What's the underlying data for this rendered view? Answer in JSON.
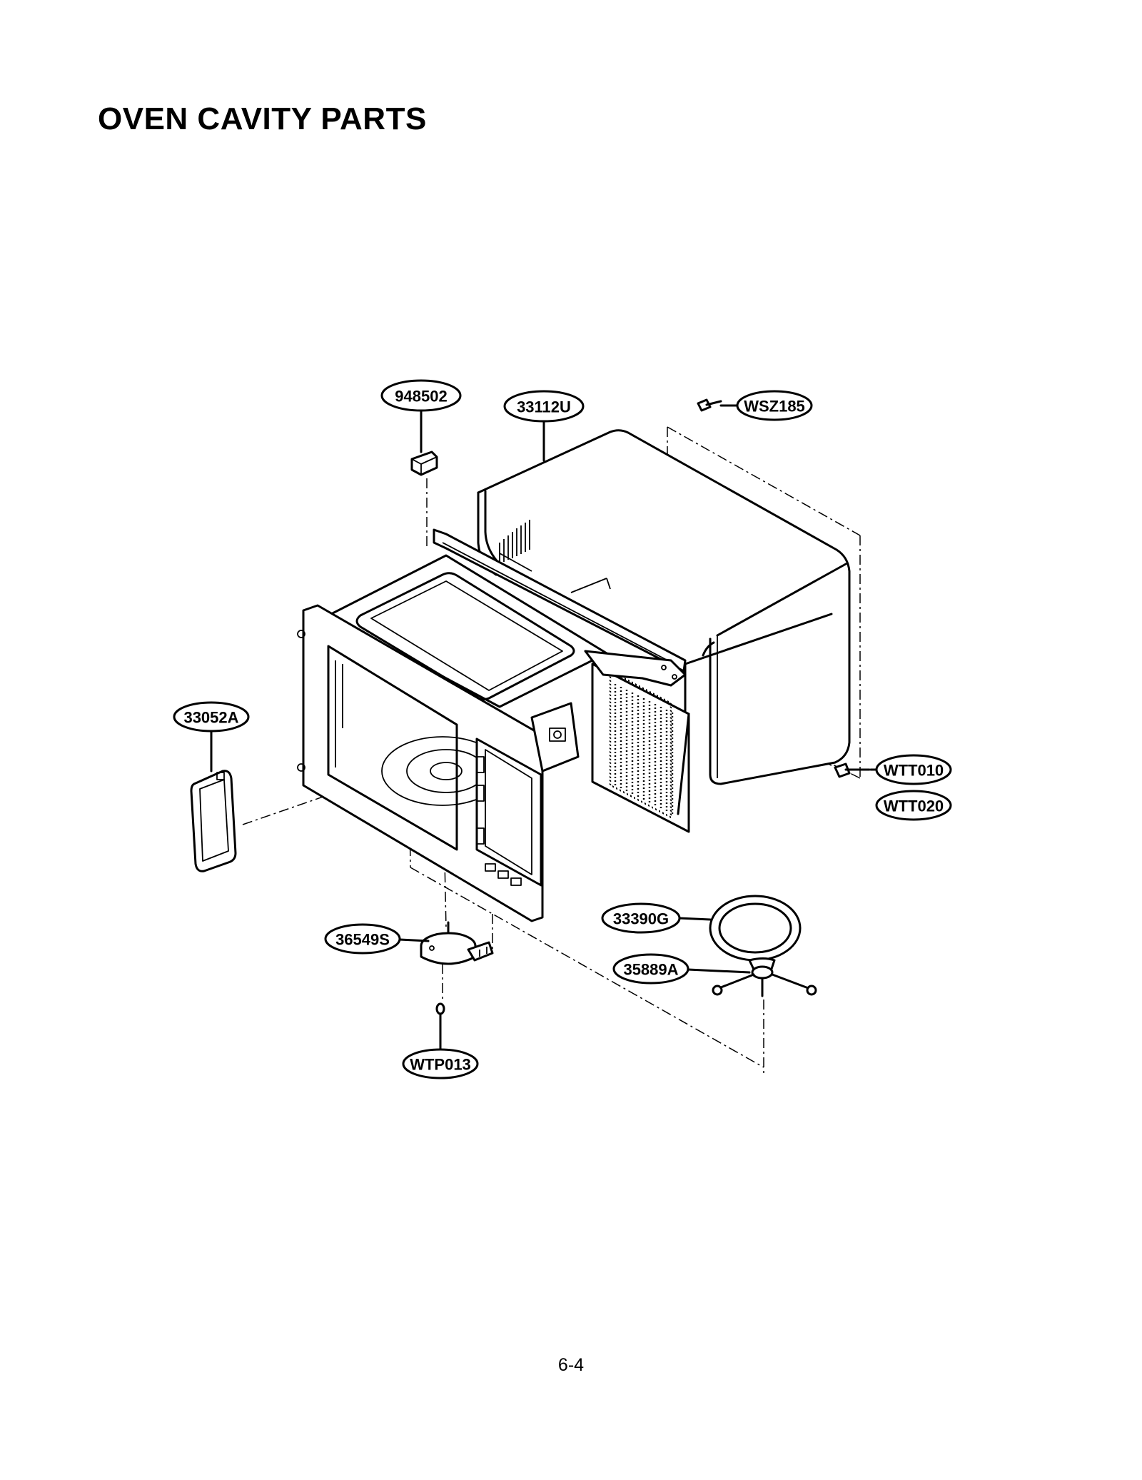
{
  "page": {
    "title": "OVEN CAVITY PARTS",
    "page_number": "6-4"
  },
  "callouts": {
    "c948502": "948502",
    "c33112U": "33112U",
    "cWSZ185": "WSZ185",
    "c33052A": "33052A",
    "cWTT010": "WTT010",
    "cWTT020": "WTT020",
    "c33390G": "33390G",
    "c36549S": "36549S",
    "c35889A": "35889A",
    "cWTP013": "WTP013"
  }
}
